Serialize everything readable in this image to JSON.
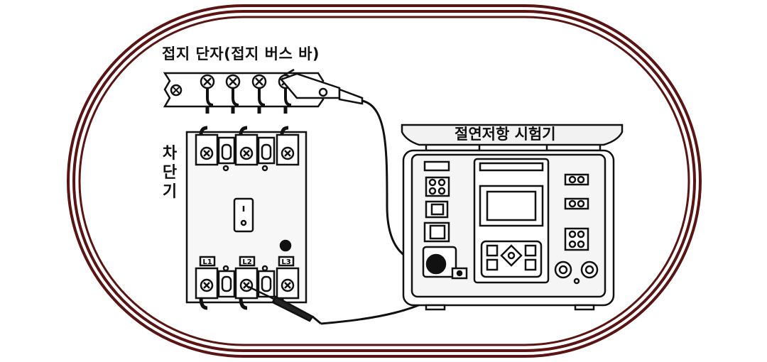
{
  "labels": {
    "ground_bus": "접지 단자(접지 버스 바)",
    "breaker": "차단기",
    "meter": "절연저항 시험기"
  },
  "terminals": {
    "l1": "L1",
    "l2": "L2",
    "l3": "L3"
  },
  "colors": {
    "frame": "#5a1414",
    "stroke": "#111111",
    "fill": "#ffffff",
    "panel": "#f2f2f2"
  }
}
